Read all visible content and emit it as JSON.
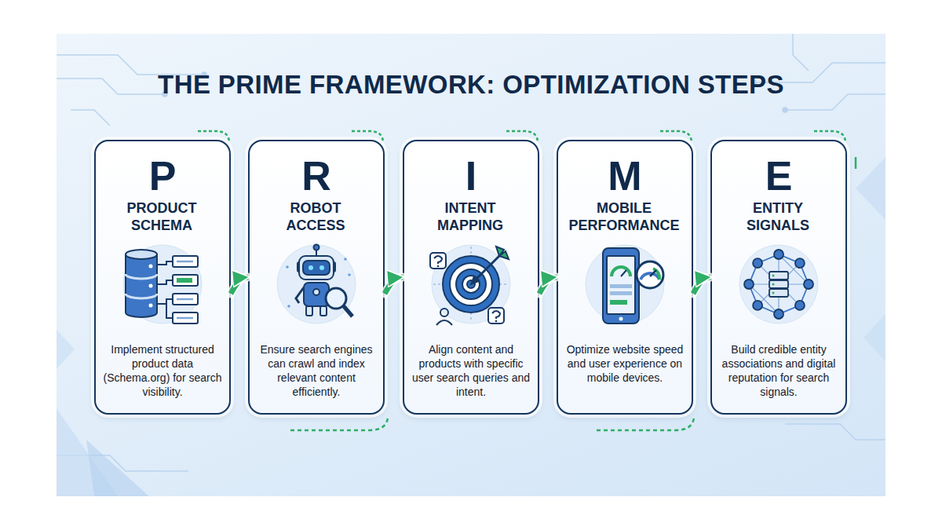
{
  "diagram": {
    "title": "THE PRIME FRAMEWORK: OPTIMIZATION STEPS",
    "nodes": [
      {
        "text": [
          "P",
          "PRODUCT SCHEMA",
          "Implement structured product data (Schema.org) for search visibility."
        ]
      },
      {
        "text": [
          "R",
          "ROBOT ACCESS",
          "Ensure search engines can crawl and index relevant content efficiently."
        ]
      },
      {
        "text": [
          "I",
          "INTENT MAPPING",
          "Align content and products with specific user search queries and intent."
        ]
      },
      {
        "text": [
          "M",
          "MOBILE PERFORMANCE",
          "Optimize website speed and user experience on mobile devices."
        ]
      },
      {
        "text": [
          "E",
          "ENTITY SIGNALS",
          "Build credible entity associations and digital reputation for search signals."
        ]
      }
    ],
    "edges": [
      {
        "from": 0,
        "to": 1,
        "arrow": "to"
      },
      {
        "from": 1,
        "to": 2,
        "arrow": "to"
      },
      {
        "from": 2,
        "to": 3,
        "arrow": "to"
      },
      {
        "from": 3,
        "to": 4,
        "arrow": "to"
      }
    ]
  }
}
